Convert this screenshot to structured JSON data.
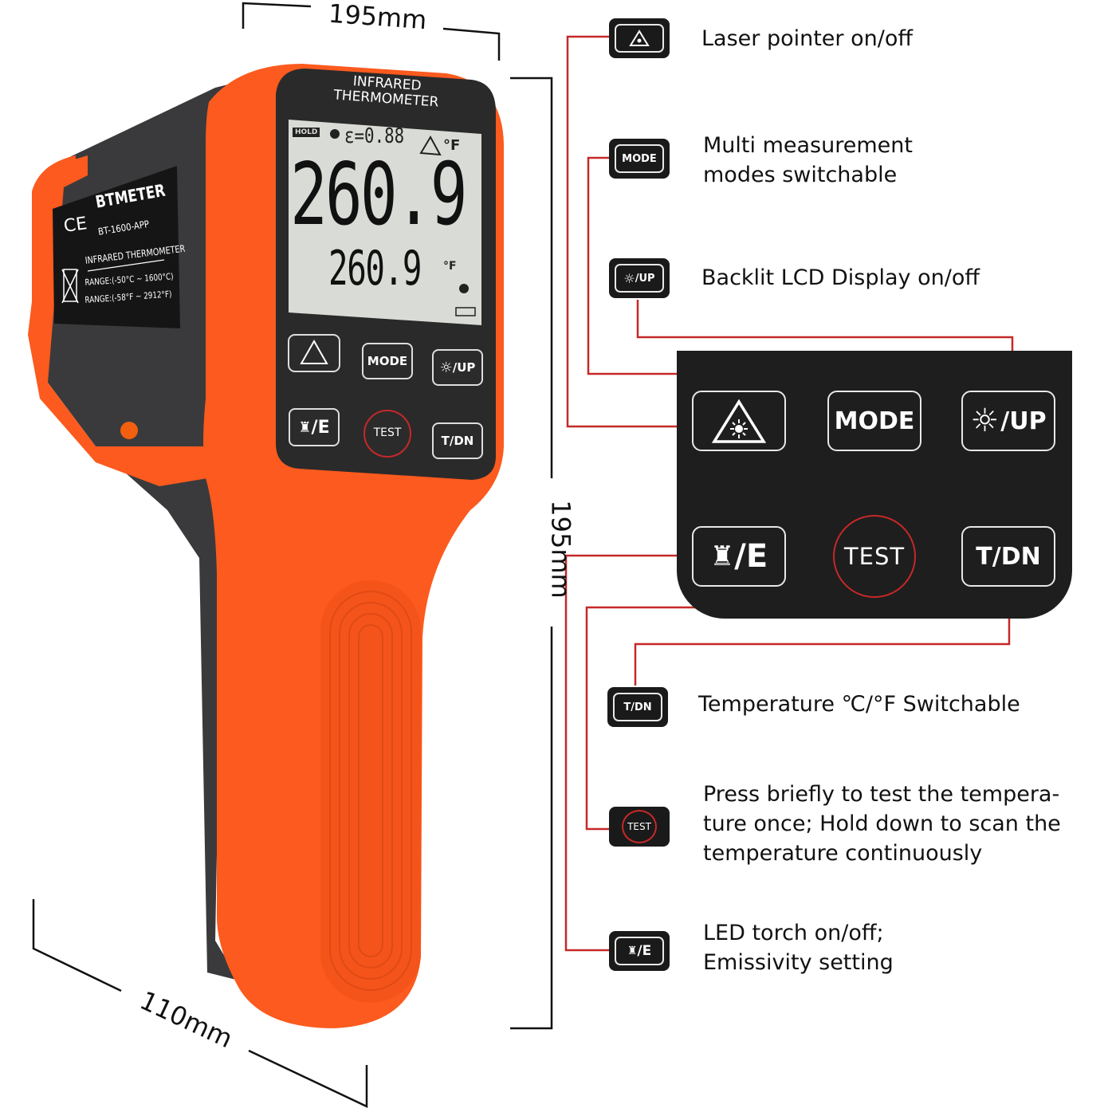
{
  "dimensions": {
    "top": "195mm",
    "side": "195mm",
    "bottom": "110mm"
  },
  "device": {
    "panel_title": "INFRARED\nTHERMOMETER",
    "label_brand": "BTMETER",
    "label_model": "BT-1600-APP",
    "label_type": "INFRARED THERMOMETER",
    "label_range_c": "RANGE:(-50°C ~ 1600°C)",
    "label_range_f": "RANGE:(-58°F ~ 2912°F)",
    "label_ce": "CE",
    "lcd": {
      "hold": "HOLD",
      "emissivity": "ε=0.88",
      "main_reading": "260.9",
      "main_unit": "°F",
      "sub_reading": "260.9",
      "sub_unit": "°F"
    },
    "buttons": {
      "mode": "MODE",
      "up": "/UP",
      "e": "/E",
      "test": "TEST",
      "tdn": "T/DN"
    }
  },
  "keypad": {
    "mode": "MODE",
    "up": "/UP",
    "e": "/E",
    "test": "TEST",
    "tdn": "T/DN"
  },
  "features": [
    {
      "icon": "laser-icon",
      "button": "",
      "text": "Laser pointer on/off"
    },
    {
      "icon": "",
      "button": "MODE",
      "text": "Multi measurement\nmodes switchable"
    },
    {
      "icon": "backlight-icon",
      "button": "/UP",
      "text": "Backlit LCD Display on/off"
    },
    {
      "icon": "",
      "button": "T/DN",
      "text": "Temperature ℃/°F Switchable"
    },
    {
      "icon": "",
      "button": "TEST",
      "text": "Press briefly to test the tempera-\nture once; Hold down to scan the\ntemperature continuously"
    },
    {
      "icon": "torch-icon",
      "button": "/E",
      "text": "LED torch on/off;\nEmissivity setting"
    }
  ],
  "colors": {
    "orange": "#fc5a1e",
    "dark": "#3a3a3c",
    "panel": "#222222",
    "lcd": "#d9dcd6",
    "red_line": "#c62828"
  }
}
